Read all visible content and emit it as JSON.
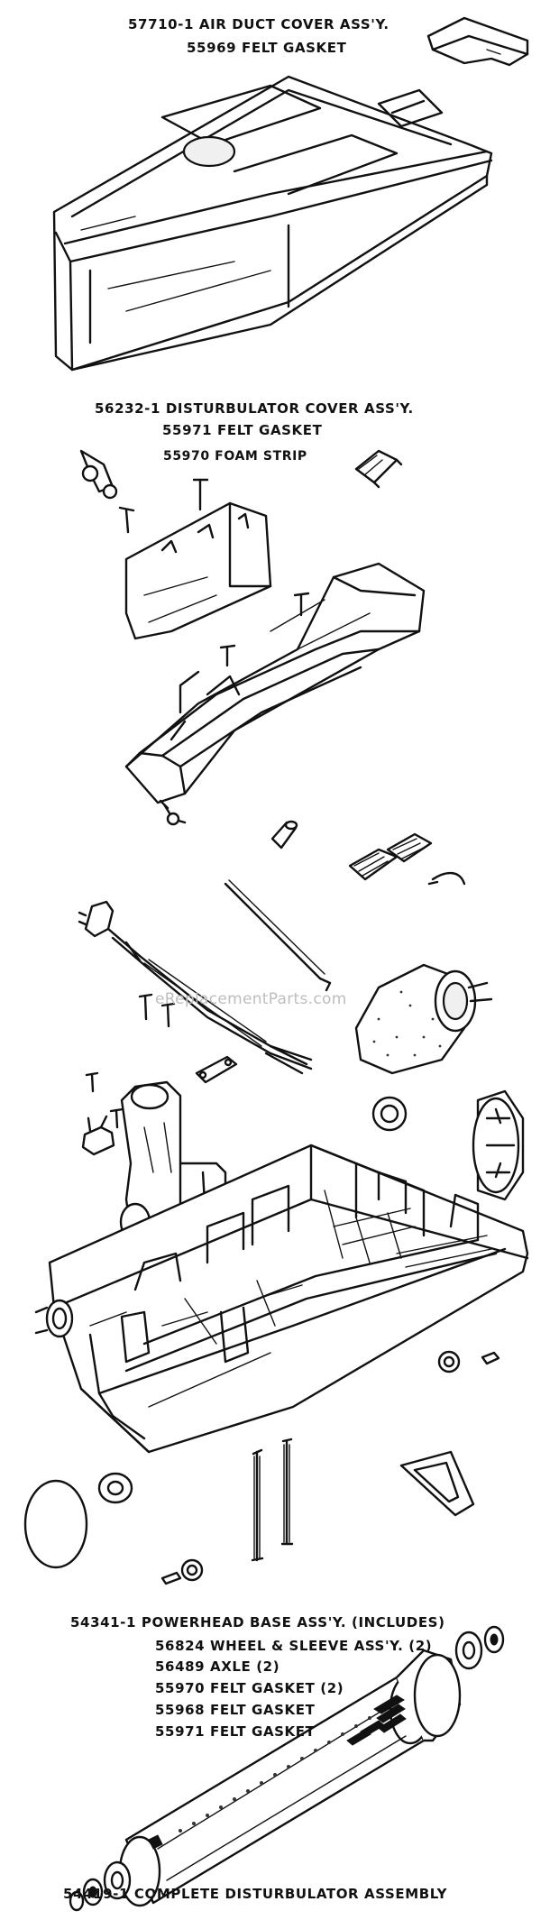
{
  "watermark": "eReplacementParts.com",
  "sections": {
    "air_duct": {
      "part_line": "57710-1 AIR DUCT COVER ASS'Y.",
      "gasket_line": "55969 FELT GASKET"
    },
    "disturbulator_cover": {
      "part_line": "56232-1 DISTURBULATOR COVER ASS'Y.",
      "gasket_line": "55971 FELT GASKET",
      "foam_line": "55970 FOAM STRIP"
    },
    "powerhead_base": {
      "part_line": "54341-1 POWERHEAD BASE ASS'Y. (INCLUDES)",
      "includes": [
        "56824 WHEEL & SLEEVE ASS'Y. (2)",
        "56489 AXLE (2)",
        "55970 FELT GASKET (2)",
        "55968 FELT GASKET",
        "55971 FELT GASKET"
      ]
    },
    "complete_disturbulator": {
      "part_line": "54419-1 COMPLETE DISTURBULATOR ASSEMBLY"
    }
  }
}
